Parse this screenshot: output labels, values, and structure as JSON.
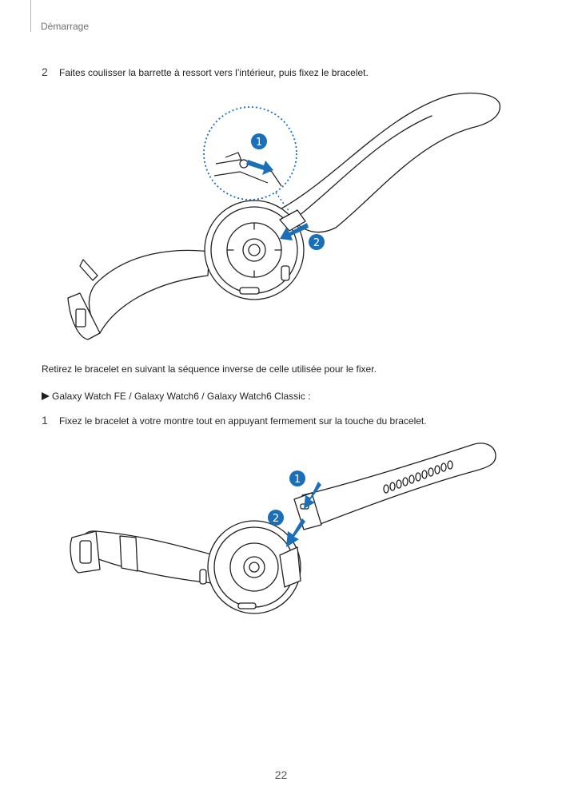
{
  "header": {
    "section": "Démarrage"
  },
  "step_a": {
    "number": "2",
    "text": "Faites coulisser la barrette à ressort vers l’intérieur, puis fixez le bracelet."
  },
  "figure1": {
    "callouts": [
      "1",
      "2"
    ]
  },
  "removal_note": "Retirez le bracelet en suivant la séquence inverse de celle utilisée pour le fixer.",
  "models": {
    "items": [
      "Galaxy Watch FE",
      "Galaxy Watch6",
      "Galaxy Watch6 Classic"
    ],
    "separator": "/",
    "suffix": ":"
  },
  "step_b": {
    "number": "1",
    "text": "Fixez le bracelet à votre montre tout en appuyant fermement sur la touche du bracelet."
  },
  "figure2": {
    "callouts": [
      "1",
      "2"
    ]
  },
  "footer": {
    "page_number": "22"
  },
  "colors": {
    "accent": "#1a6fb8",
    "line": "#231f20"
  }
}
